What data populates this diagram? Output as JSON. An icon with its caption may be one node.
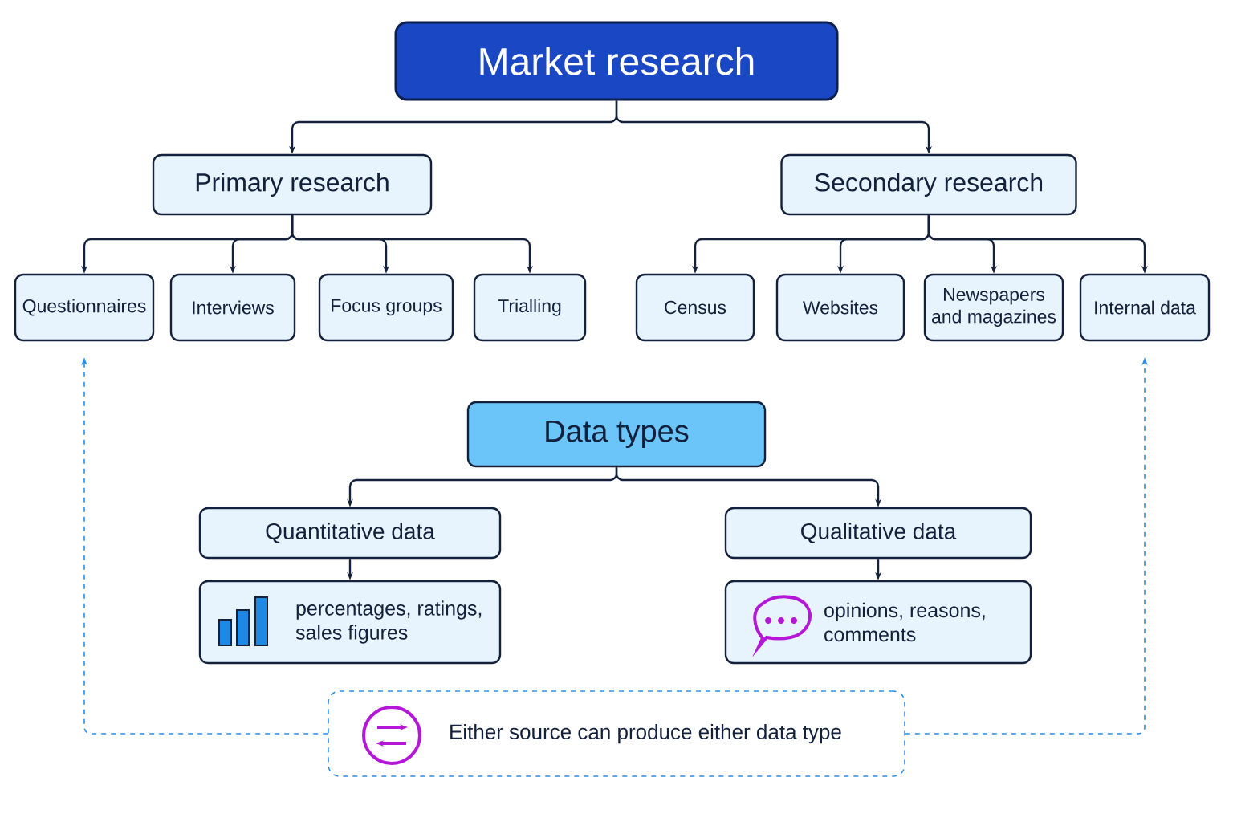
{
  "diagram": {
    "nodes": [
      {
        "text": [
          "Market research"
        ]
      },
      {
        "text": [
          "Primary research"
        ]
      },
      {
        "text": [
          "Secondary research"
        ]
      },
      {
        "text": [
          "Questionnaires"
        ]
      },
      {
        "text": [
          "Interviews"
        ]
      },
      {
        "text": [
          "Focus groups"
        ]
      },
      {
        "text": [
          "Trialling"
        ]
      },
      {
        "text": [
          "Census"
        ]
      },
      {
        "text": [
          "Websites"
        ]
      },
      {
        "text": [
          "Newspapers and magazines"
        ]
      },
      {
        "text": [
          "Internal data"
        ]
      },
      {
        "text": [
          "Data types"
        ]
      },
      {
        "text": [
          "Quantitative data"
        ]
      },
      {
        "text": [
          "percentages, ratings, sales figures"
        ]
      },
      {
        "text": [
          "Qualitative data"
        ]
      },
      {
        "text": [
          "opinions, reasons, comments"
        ]
      },
      {
        "text": [
          "Either source can produce either data type"
        ]
      }
    ],
    "edges": [
      {
        "from": 0,
        "to": 1,
        "arrow": "to"
      },
      {
        "from": 0,
        "to": 2,
        "arrow": "to"
      },
      {
        "from": 1,
        "to": 3,
        "arrow": "to"
      },
      {
        "from": 1,
        "to": 4,
        "arrow": "to"
      },
      {
        "from": 1,
        "to": 5,
        "arrow": "to"
      },
      {
        "from": 1,
        "to": 6,
        "arrow": "to"
      },
      {
        "from": 2,
        "to": 7,
        "arrow": "to"
      },
      {
        "from": 2,
        "to": 8,
        "arrow": "to"
      },
      {
        "from": 2,
        "to": 9,
        "arrow": "to"
      },
      {
        "from": 2,
        "to": 10,
        "arrow": "to"
      },
      {
        "from": 11,
        "to": 12,
        "arrow": "to"
      },
      {
        "from": 11,
        "to": 14,
        "arrow": "to"
      },
      {
        "from": 12,
        "to": 13,
        "arrow": "to"
      },
      {
        "from": 14,
        "to": 15,
        "arrow": "to"
      },
      {
        "from": 16,
        "to": 3,
        "arrow": "to",
        "style": "dashed",
        "color": "#2b8de8"
      },
      {
        "from": 16,
        "to": 10,
        "arrow": "to",
        "style": "dashed",
        "color": "#2b8de8"
      }
    ]
  }
}
